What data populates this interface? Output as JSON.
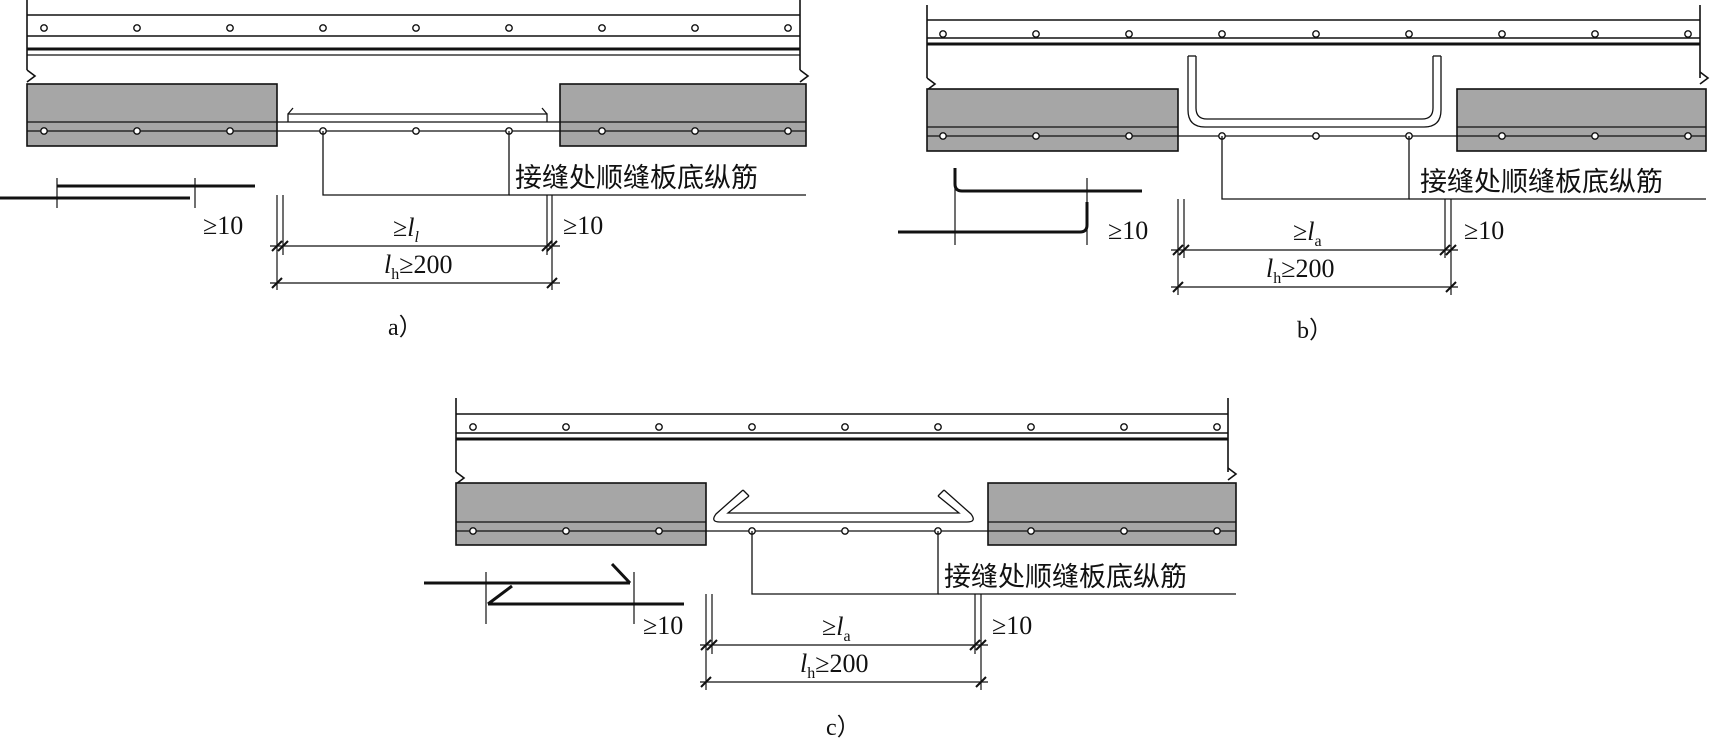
{
  "colors": {
    "precast_slab_fill": "#a6a6a6",
    "line": "#111111",
    "background": "#ffffff"
  },
  "panels": [
    {
      "id": "a",
      "caption": "a）",
      "label": "接缝处顺缝板底纵筋",
      "ge10_left": "≥10",
      "ge10_right": "≥10",
      "lap_prefix": "≥",
      "lap_symbol": "l",
      "lap_subscript": "l",
      "lh_symbol": "l",
      "lh_subscript": "h",
      "lh_value": "≥200",
      "bar_end_type": "straight"
    },
    {
      "id": "b",
      "caption": "b）",
      "label": "接缝处顺缝板底纵筋",
      "ge10_left": "≥10",
      "ge10_right": "≥10",
      "lap_prefix": "≥",
      "lap_symbol": "l",
      "lap_subscript": "a",
      "lh_symbol": "l",
      "lh_subscript": "h",
      "lh_value": "≥200",
      "bar_end_type": "90-degree-hook"
    },
    {
      "id": "c",
      "caption": "c）",
      "label": "接缝处顺缝板底纵筋",
      "ge10_left": "≥10",
      "ge10_right": "≥10",
      "lap_prefix": "≥",
      "lap_symbol": "l",
      "lap_subscript": "a",
      "lh_symbol": "l",
      "lh_subscript": "h",
      "lh_value": "≥200",
      "bar_end_type": "135-degree-hook"
    }
  ]
}
